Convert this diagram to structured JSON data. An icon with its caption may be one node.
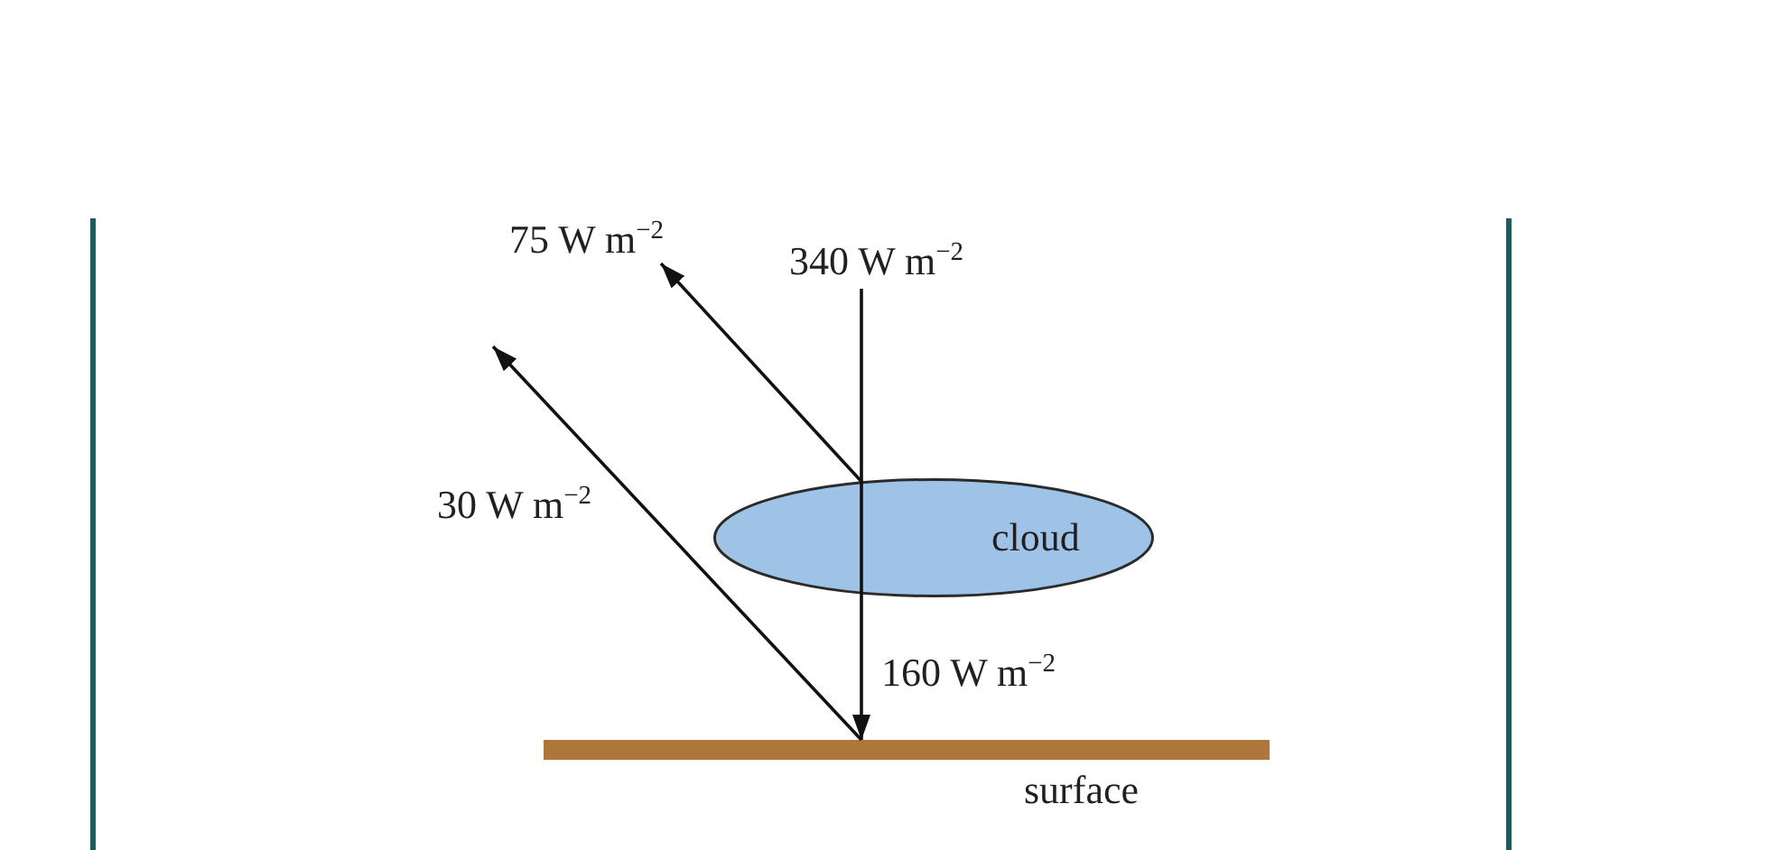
{
  "diagram": {
    "nodes": [
      {
        "text": [
          "cloud"
        ]
      },
      {
        "text": [],
        "shape": "bar",
        "beside": [
          "surface"
        ]
      }
    ],
    "edges": [
      {
        "from": null,
        "to": 0,
        "arrow": "none",
        "label": "340 W m$^{−2}$"
      },
      {
        "from": 0,
        "to": null,
        "arrow": "to",
        "label": "75 W m$^{−2}$"
      },
      {
        "from": 0,
        "to": 1,
        "arrow": "to",
        "label": "160 W m$^{−2}$"
      },
      {
        "from": 1,
        "to": null,
        "arrow": "to",
        "label": "30 W m$^{−2}$"
      }
    ]
  }
}
